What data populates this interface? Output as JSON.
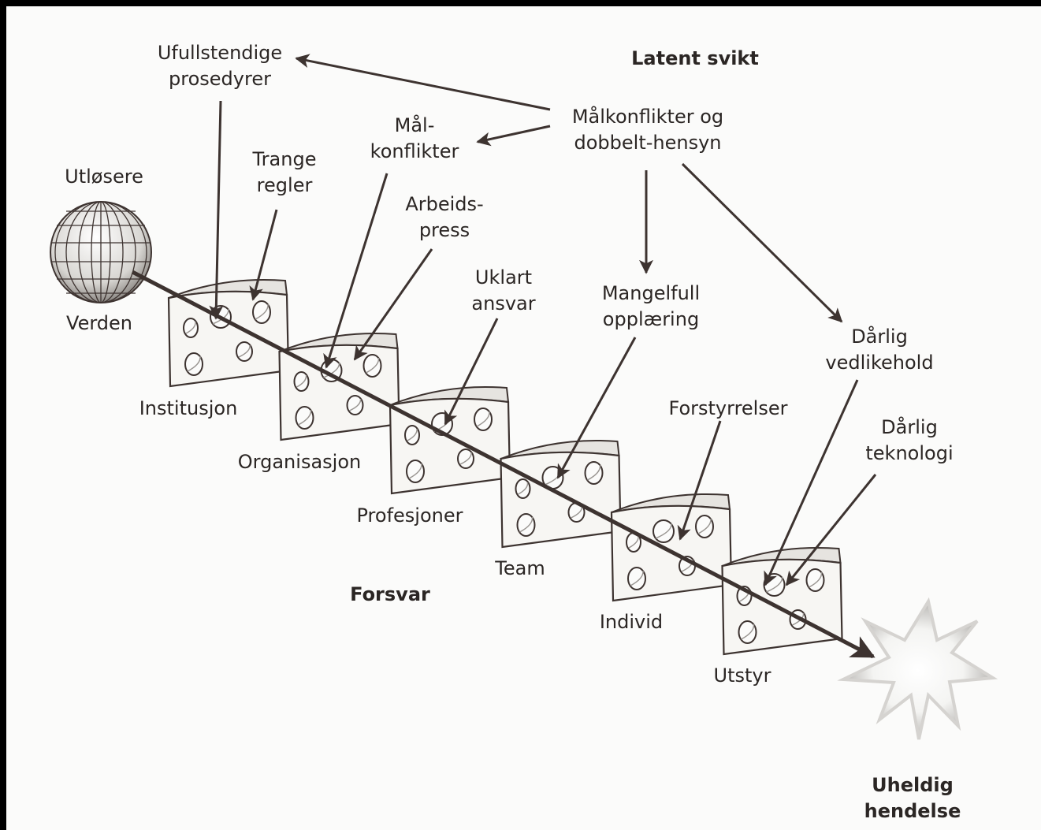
{
  "headings": {
    "latent": "Latent svikt",
    "defense": "Forsvar",
    "triggers": "Utløsere",
    "world": "Verden",
    "outcome": [
      "Uheldig",
      "hendelse"
    ]
  },
  "layers": [
    "Institusjon",
    "Organisasjon",
    "Profesjoner",
    "Team",
    "Individ",
    "Utstyr"
  ],
  "latent_failures": {
    "ufullstendige": [
      "Ufullstendige",
      "prosedyrer"
    ],
    "trange": [
      "Trange",
      "regler"
    ],
    "malkonflikter_short": [
      "Mål-",
      "konflikter"
    ],
    "arbeidspress": [
      "Arbeids-",
      "press"
    ],
    "uklart": [
      "Uklart",
      "ansvar"
    ],
    "malkonflikter_source": [
      "Målkonflikter og",
      "dobbelt-hensyn"
    ],
    "mangelfull": [
      "Mangelfull",
      "opplæring"
    ],
    "vedlikehold": [
      "Dårlig",
      "vedlikehold"
    ],
    "forstyrrelser": [
      "Forstyrrelser"
    ],
    "teknologi": [
      "Dårlig",
      "teknologi"
    ]
  },
  "colors": {
    "ink": "#2b2624",
    "arrow": "#3d3330",
    "cheese": "#f7f6f3",
    "paper": "#fbfbfa"
  }
}
